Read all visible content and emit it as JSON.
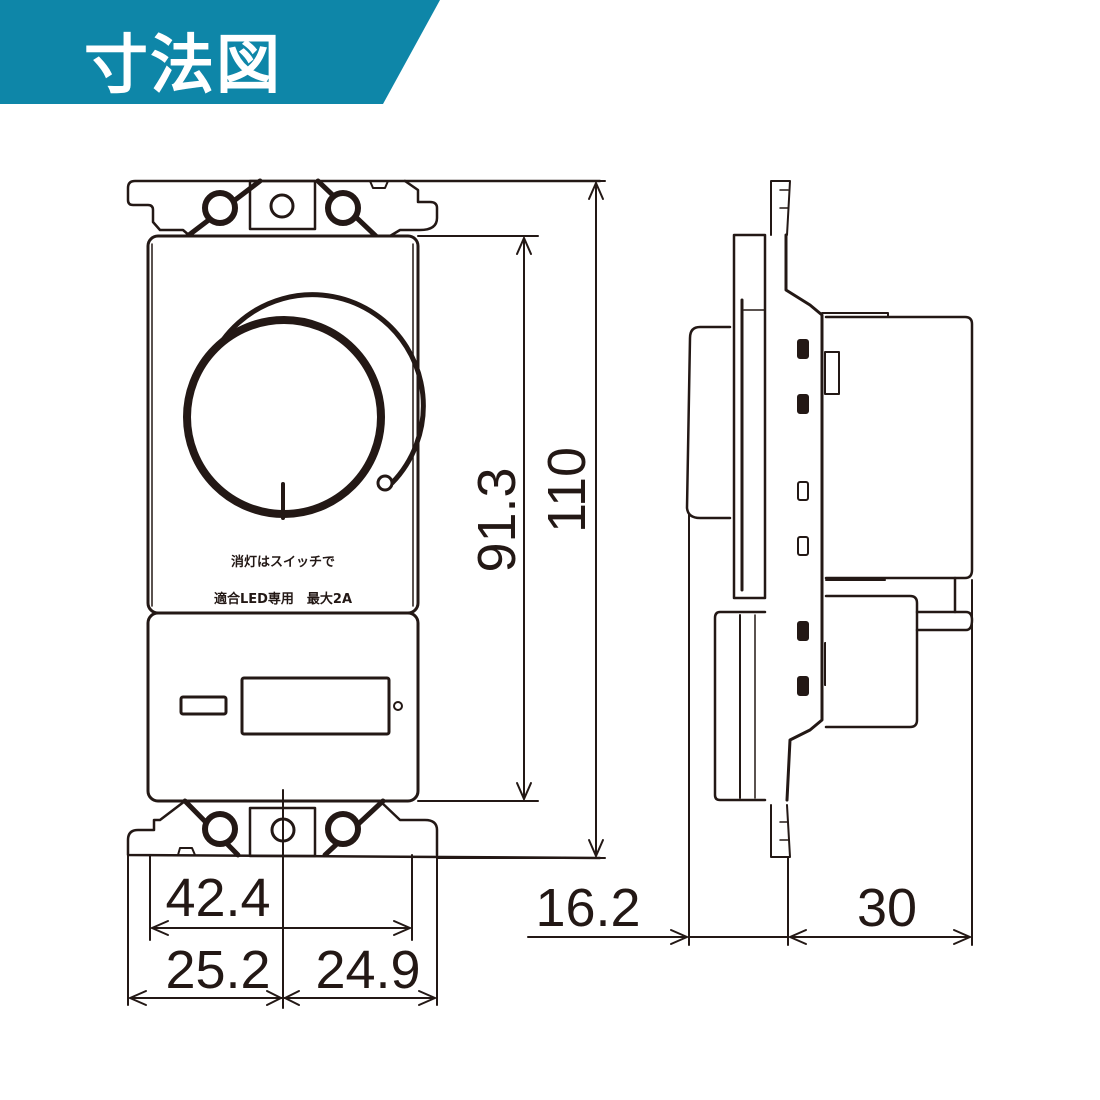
{
  "header": {
    "title": "寸法図",
    "bg_color": "#0E86A8",
    "text_color": "#FFFFFF"
  },
  "front_view": {
    "dial_label": "消灯はスイッチで",
    "rating_label": "適合LED専用　最大2A"
  },
  "dimensions": {
    "height_plate": "91.3",
    "height_total": "110",
    "width_plate": "42.4",
    "width_left": "25.2",
    "width_right": "24.9",
    "depth_front": "16.2",
    "depth_back": "30"
  },
  "colors": {
    "line": "#231815",
    "background": "#FFFFFF"
  }
}
